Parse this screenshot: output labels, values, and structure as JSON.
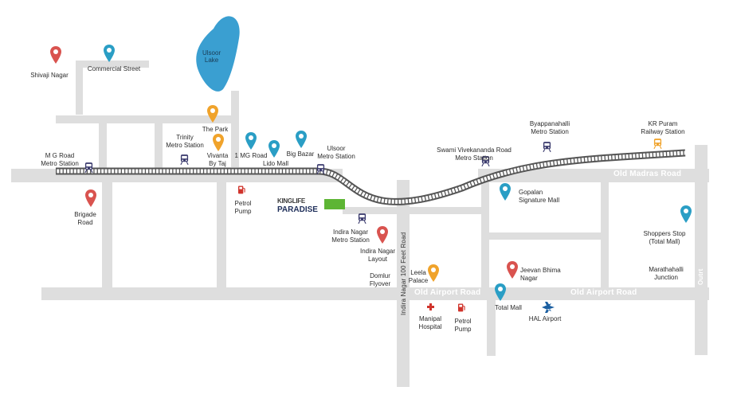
{
  "colors": {
    "road": "#dedede",
    "rail": "#555555",
    "lake": "#3a9fd1",
    "pin_red": "#d9534f",
    "pin_blue": "#2a9ec5",
    "pin_orange": "#f0a32b",
    "metro": "#3b3b6e",
    "brand_green": "#5db534",
    "hospital": "#d0342c",
    "airport": "#1b5fa1"
  },
  "roads": {
    "old_madras_road_1": "Old Madras Road",
    "old_madras_road_2": "Old Madras Road",
    "old_airport_road_1": "Old Airport Road",
    "old_airport_road_2": "Old Airport Road",
    "feet_road": "Indira Nagar 100 Feet Road",
    "outer_ring": "Outrt"
  },
  "brand": {
    "line1": "KINGLIFE",
    "line2": "PARADISE"
  },
  "lake": {
    "label": "Ulsoor\nLake"
  },
  "places": {
    "shivaji": "Shivaji Nagar",
    "commercial": "Commercial Street",
    "the_park": "The Park",
    "trinity": "Trinity\nMetro Station",
    "vivanta": "Vivanta\nBy Taj",
    "mg_road_stn": "M G Road\nMetro Station",
    "one_mg": "1 MG Road",
    "lido": "Lido Mall",
    "big_bazar": "Big Bazar",
    "ulsoor_metro": "Ulsoor\nMetro Station",
    "brigade": "Brigade\nRoad",
    "petrol1": "Petrol\nPump",
    "indira_metro": "Indira Nagar\nMetro Station",
    "indira_layout": "Indira Nagar\nLayout",
    "domlur": "Domlur\nFlyover",
    "leela": "Leela\nPalace",
    "swami": "Swami Vivekananda Road\nMetro Station",
    "byappanahalli": "Byappanahalli\nMetro Station",
    "kr_puram": "KR Puram\nRailway Station",
    "gopalan": "Gopalan\nSignature Mall",
    "shoppers": "Shoppers Stop\n(Total Mall)",
    "jeevan": "Jeevan Bhima\nNagar",
    "marathahalli": "Marathahalli\nJunction",
    "total_mall": "Total Mall",
    "hal": "HAL Airport",
    "manipal": "Manipal\nHospital",
    "petrol2": "Petrol\nPump"
  }
}
